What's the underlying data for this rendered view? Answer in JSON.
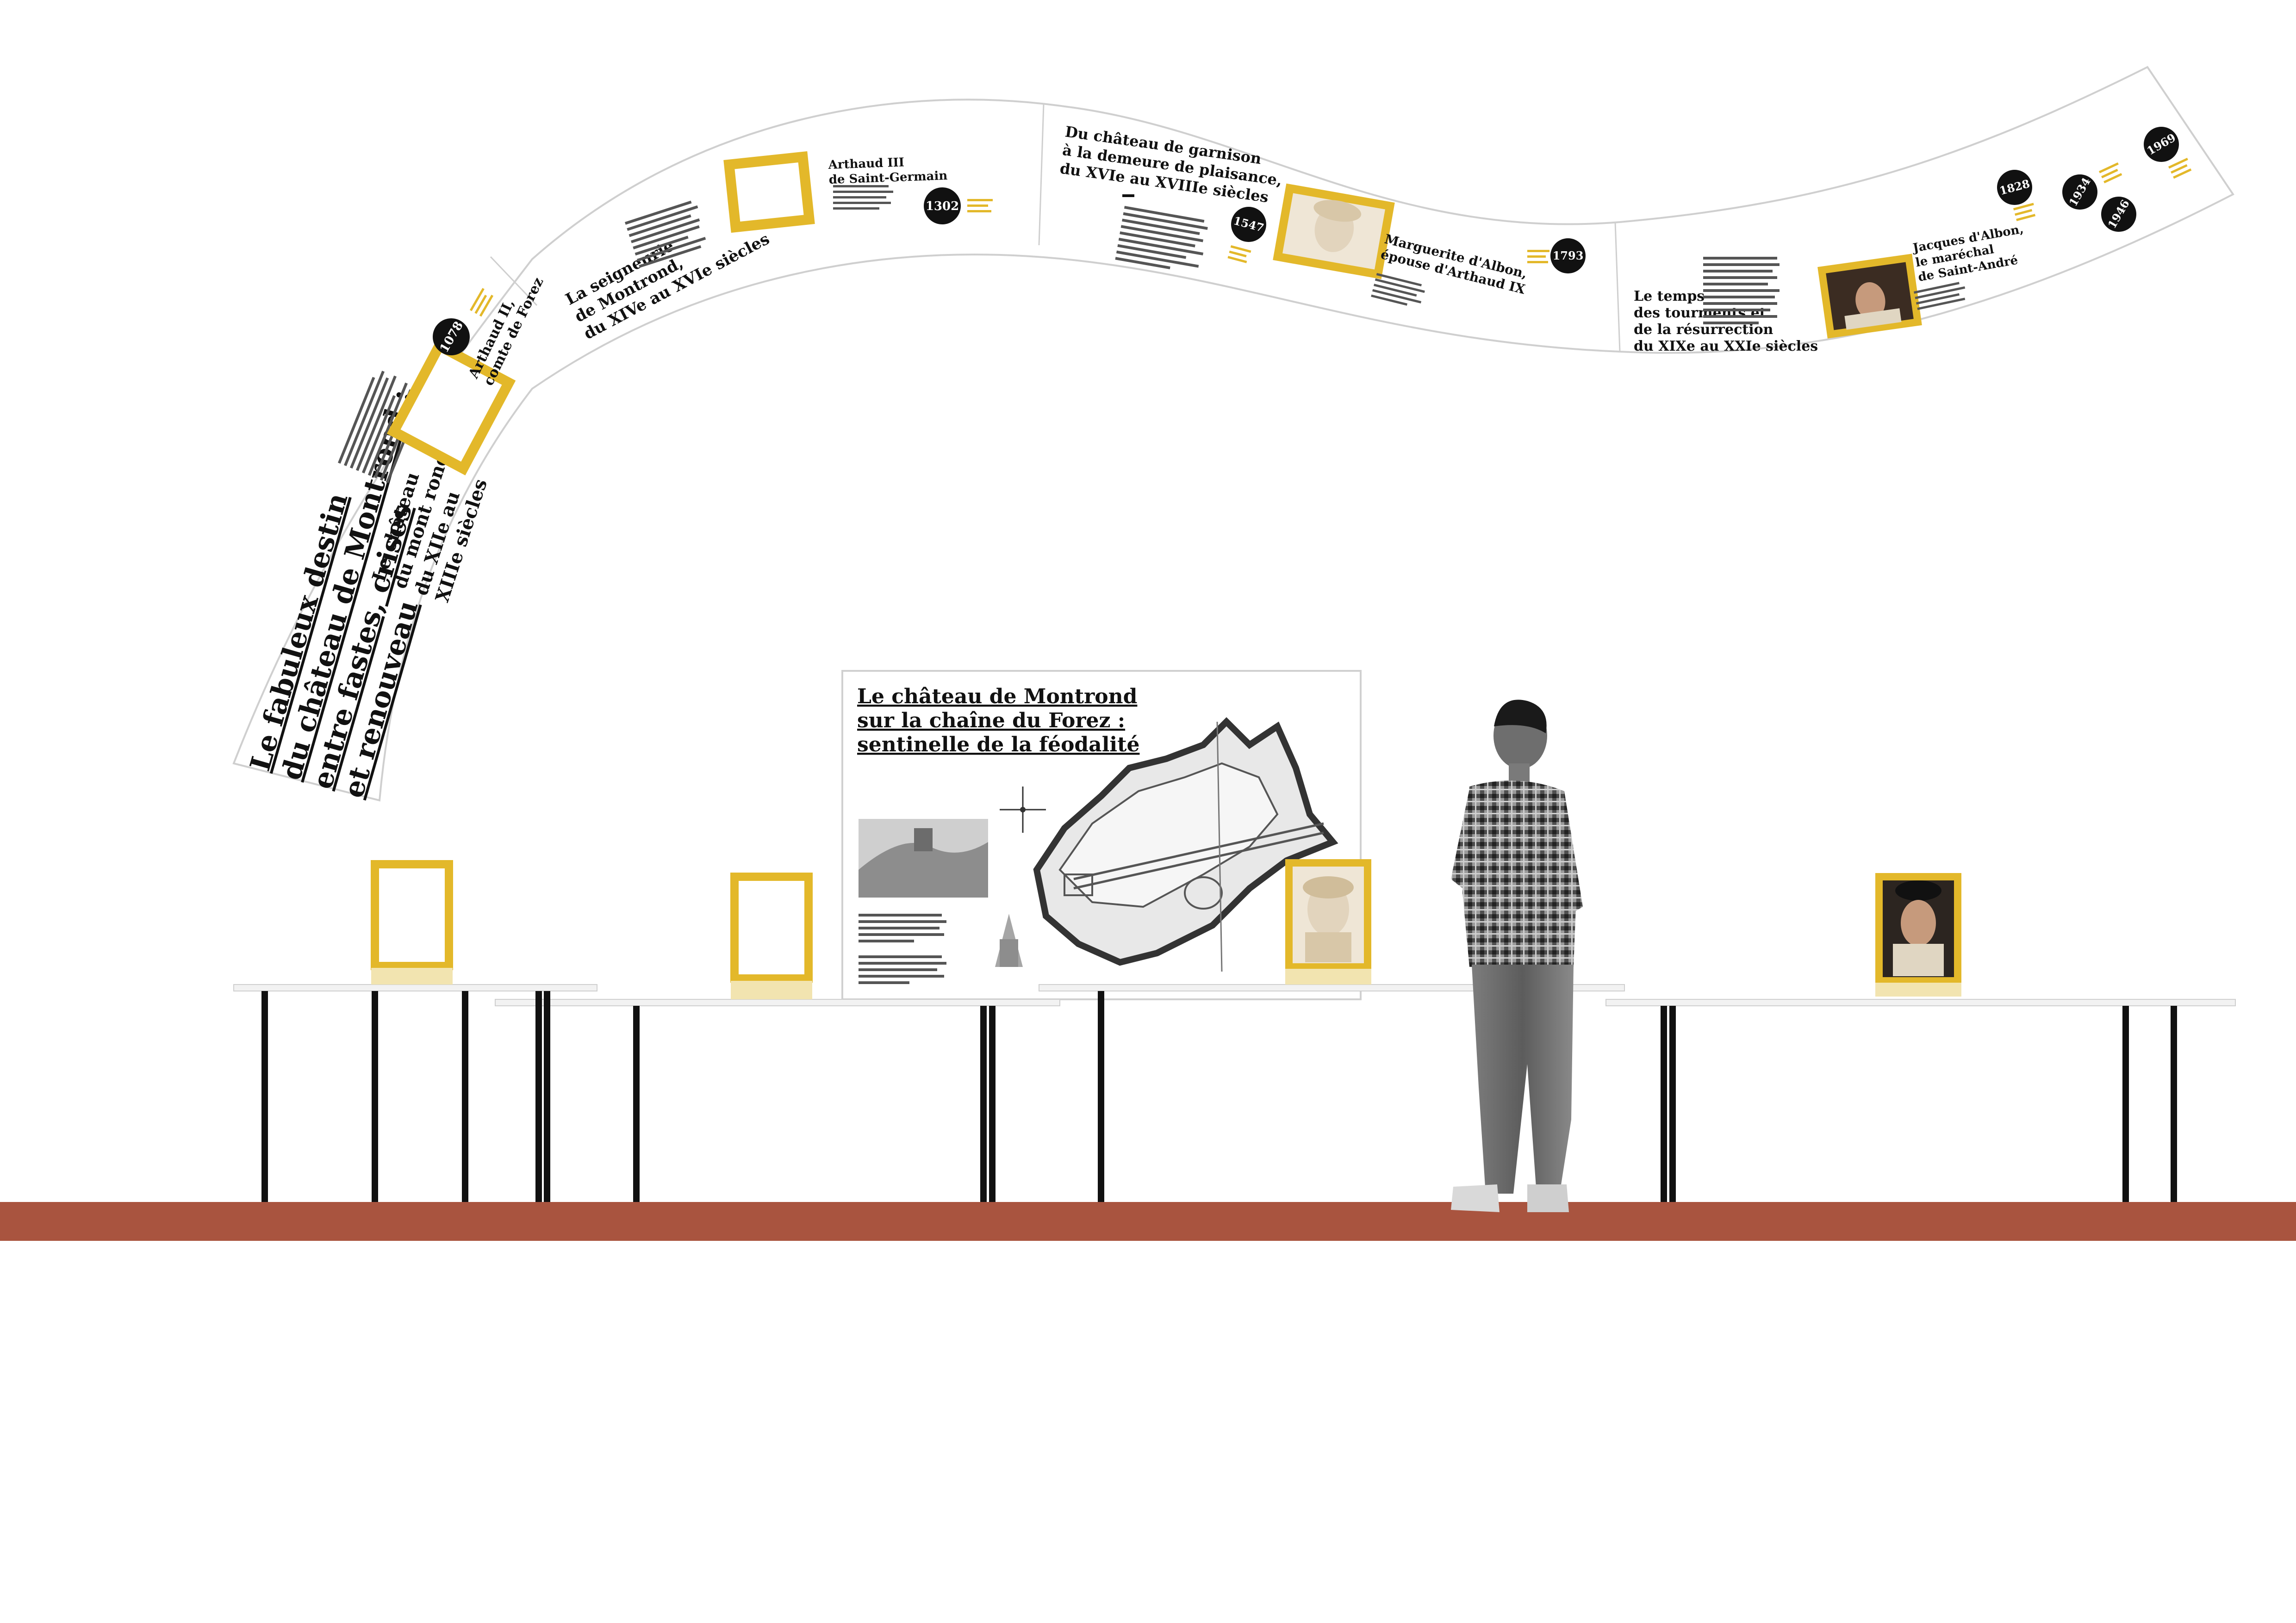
{
  "colors": {
    "accent_yellow": "#e3b82a",
    "floor_brown": "#a9543f",
    "ink": "#111111",
    "table_top": "#f2f2f2",
    "banner_stroke": "#cfcfcf"
  },
  "banner": {
    "intro_title": [
      "Le fabuleux destin",
      "du château de Montrond :",
      "entre fastes, crises",
      "et renouveau"
    ],
    "sections": [
      {
        "title": [
          "Le château",
          "du mont rond,",
          "du XIIe au",
          "XIIIe siècles"
        ]
      },
      {
        "title": [
          "La seigneurie",
          "de Montrond,",
          "du XIVe au XVIe siècles"
        ]
      },
      {
        "title": [
          "Du château de garnison",
          "à la demeure de plaisance,",
          "du XVIe au XVIIIe siècles"
        ]
      },
      {
        "title": [
          "Le temps",
          "des tourments et",
          "de la résurrection",
          "du XIXe au XXIe siècles"
        ]
      }
    ],
    "figures": [
      {
        "name": [
          "Arthaud II,",
          "comte de Forez"
        ]
      },
      {
        "name": [
          "Arthaud III",
          "de Saint-Germain"
        ]
      },
      {
        "name": [
          "Marguerite d'Albon,",
          "épouse d'Arthaud IX"
        ]
      },
      {
        "name": [
          "Jacques d'Albon,",
          "le maréchal",
          "de Saint-André"
        ]
      }
    ],
    "years": [
      "1078",
      "1302",
      "1547",
      "1793",
      "1828",
      "1934",
      "1946",
      "1969"
    ]
  },
  "panel": {
    "title": [
      "Le château de Montrond",
      "sur la chaîne du Forez :",
      "sentinelle de la féodalité"
    ]
  }
}
